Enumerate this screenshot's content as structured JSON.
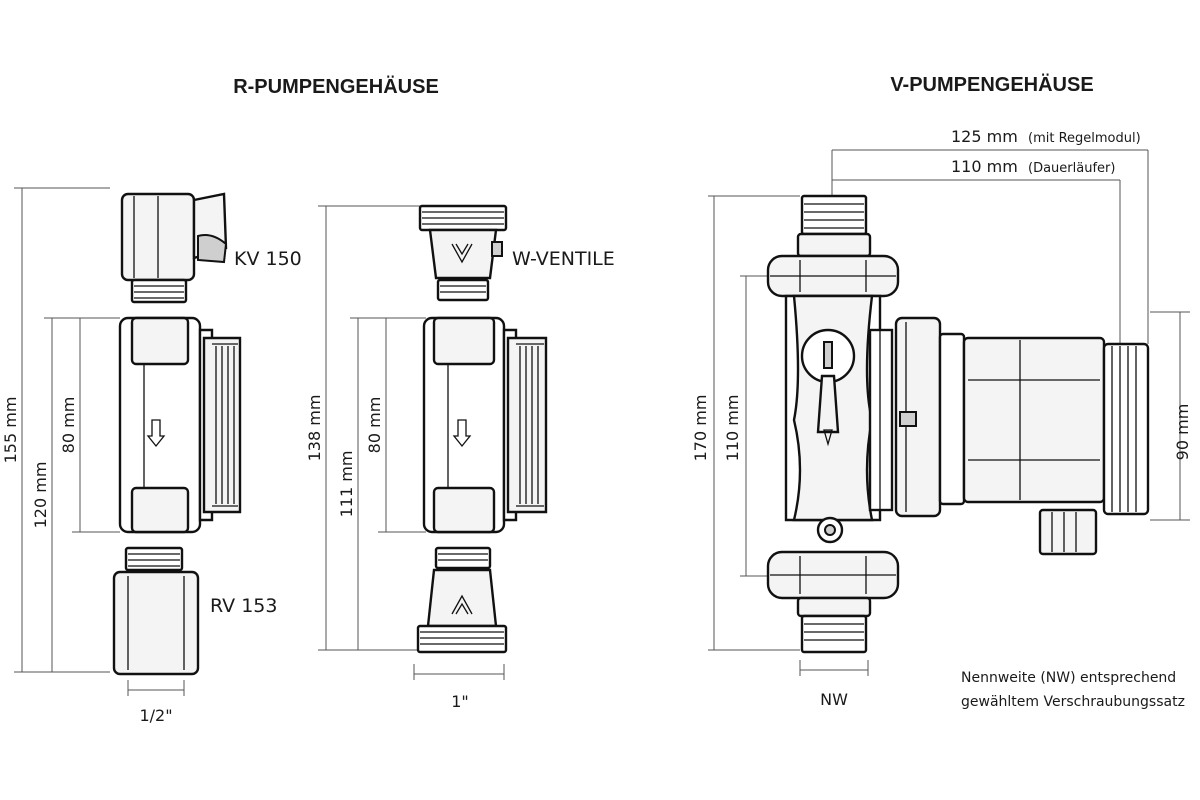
{
  "titles": {
    "left": "R-PUMPENGEHÄUSE",
    "right": "V-PUMPENGEHÄUSE"
  },
  "labels": {
    "kv150": "KV 150",
    "rv153": "RV 153",
    "wventile": "W-VENTILE",
    "half_inch": "1/2\"",
    "one_inch": "1\"",
    "nw": "NW"
  },
  "dimensions": {
    "d155": "155 mm",
    "d120": "120 mm",
    "d80a": "80 mm",
    "d138": "138 mm",
    "d111": "111 mm",
    "d80b": "80 mm",
    "d170": "170 mm",
    "d110": "110 mm",
    "d90": "90 mm",
    "top125_value": "125 mm",
    "top125_note": "(mit Regelmodul)",
    "top110_value": "110 mm",
    "top110_note": "(Dauerläufer)"
  },
  "note": {
    "line1": "Nennweite (NW) entsprechend",
    "line2": "gewähltem Verschraubungssatz"
  }
}
